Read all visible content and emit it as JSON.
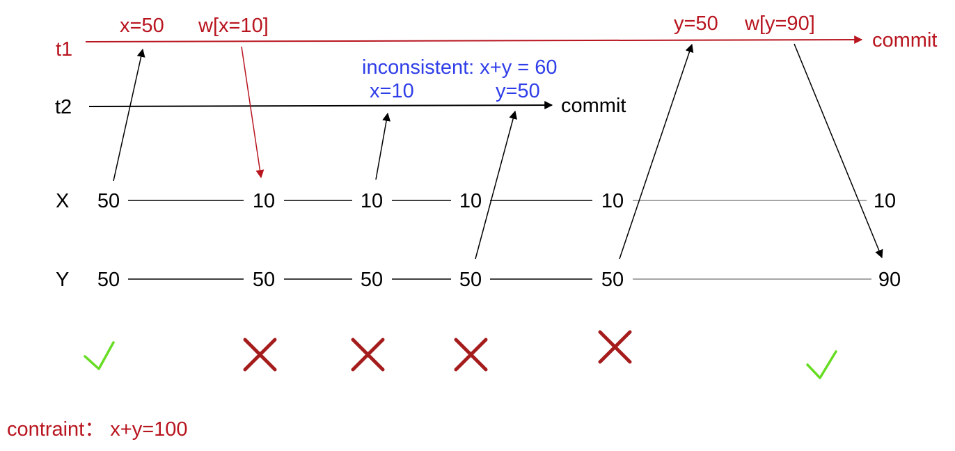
{
  "colors": {
    "t1": "#b8151f",
    "t2": "#000000",
    "annotation": "#2f3ee8",
    "check": "#66dd22",
    "cross": "#a51c1c",
    "timeline": "#000000",
    "timeline_later": "#888888"
  },
  "t1": {
    "label": "t1",
    "read_x": "x=50",
    "write_x": "w[x=10]",
    "read_y": "y=50",
    "write_y": "w[y=90]",
    "commit": "commit"
  },
  "t2": {
    "label": "t2",
    "read_x": "x=10",
    "read_y": "y=50",
    "commit": "commit"
  },
  "annotation": "inconsistent:  x+y = 60",
  "rows": {
    "x_label": "X",
    "y_label": "Y",
    "x_values": [
      "50",
      "10",
      "10",
      "10",
      "10",
      "10"
    ],
    "y_values": [
      "50",
      "50",
      "50",
      "50",
      "50",
      "90"
    ]
  },
  "states": [
    "valid",
    "invalid",
    "invalid",
    "invalid",
    "invalid",
    "valid"
  ],
  "state_icons": [
    "check-icon",
    "cross-icon",
    "cross-icon",
    "cross-icon",
    "cross-icon",
    "check-icon"
  ],
  "constraint": "contraint：  x+y=100"
}
